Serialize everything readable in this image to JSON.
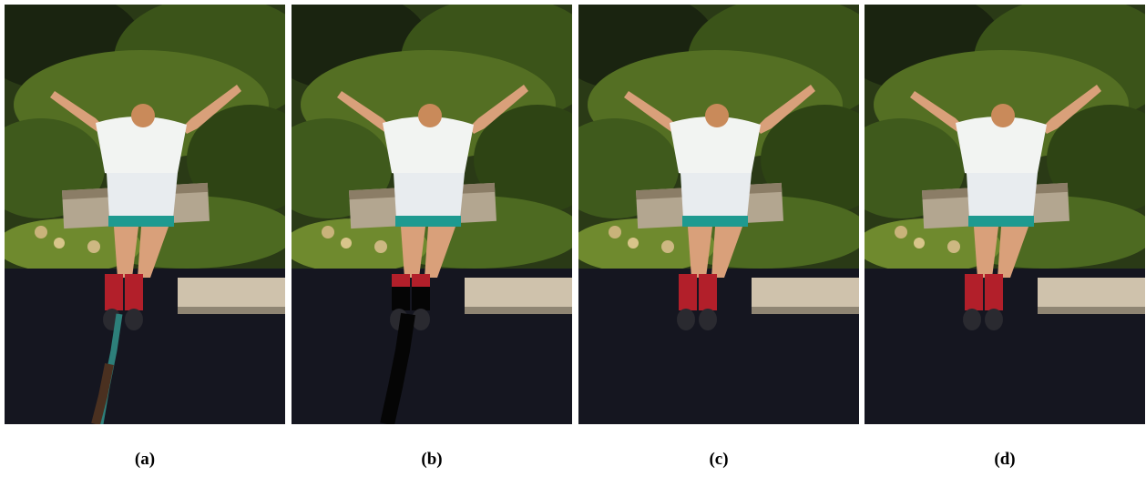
{
  "figure": {
    "panels": [
      {
        "label": "(a)",
        "variant": "original-with-rope"
      },
      {
        "label": "(b)",
        "variant": "rope-masked-black"
      },
      {
        "label": "(c)",
        "variant": "rope-removed"
      },
      {
        "label": "(d)",
        "variant": "rope-removed"
      }
    ],
    "colors": {
      "foliage_dark": "#1e2a10",
      "foliage_mid": "#3f5a1c",
      "foliage_light": "#6f8a2e",
      "water": "#151620",
      "shirt": "#f2f4f2",
      "shorts": "#e8ecef",
      "waistband": "#1e9a90",
      "skin": "#d9a07a",
      "sock": "#b21f2a",
      "shoe": "#2a2a30",
      "rope": "#2d7f7a",
      "mask": "#050505",
      "dock": "#cfc2ac"
    }
  }
}
